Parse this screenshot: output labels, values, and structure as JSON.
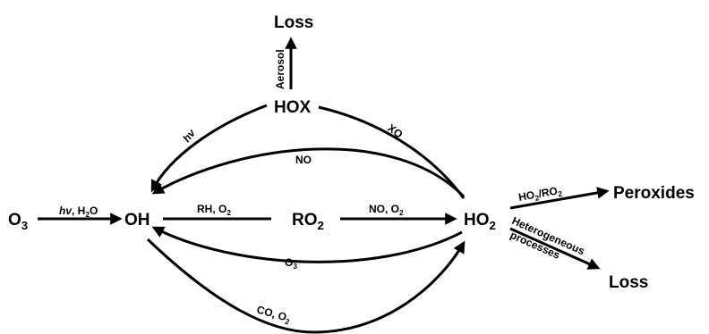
{
  "nodes": {
    "o3": {
      "main": "O",
      "sub": "3"
    },
    "oh": {
      "label": "OH"
    },
    "ro2": {
      "main": "RO",
      "sub": "2"
    },
    "ho2": {
      "main": "HO",
      "sub": "2"
    },
    "hox": {
      "label": "HOX"
    },
    "loss_top": {
      "label": "Loss"
    },
    "peroxides": {
      "label": "Peroxides"
    },
    "loss_right": {
      "label": "Loss"
    }
  },
  "edges": {
    "o3_oh": {
      "italic": "hv",
      "rest": ", H",
      "sub": "2",
      "tail": "O"
    },
    "aerosol": {
      "label": "Aerosol"
    },
    "hv_left": {
      "label": "hv"
    },
    "xo": {
      "label": "XO"
    },
    "no_top": {
      "label": "NO"
    },
    "rh_o2": {
      "label": "RH, O",
      "sub": "2"
    },
    "no_o2": {
      "label": "NO, O",
      "sub": "2"
    },
    "o3_lower": {
      "main": "O",
      "sub": "3"
    },
    "co_o2": {
      "label": "CO, O",
      "sub": "2"
    },
    "ho2_ro2": {
      "p1": "HO",
      "s1": "2",
      "p2": "/RO",
      "s2": "2"
    },
    "heterogeneous": {
      "line1": "Heterogeneous",
      "line2": "processes"
    }
  }
}
